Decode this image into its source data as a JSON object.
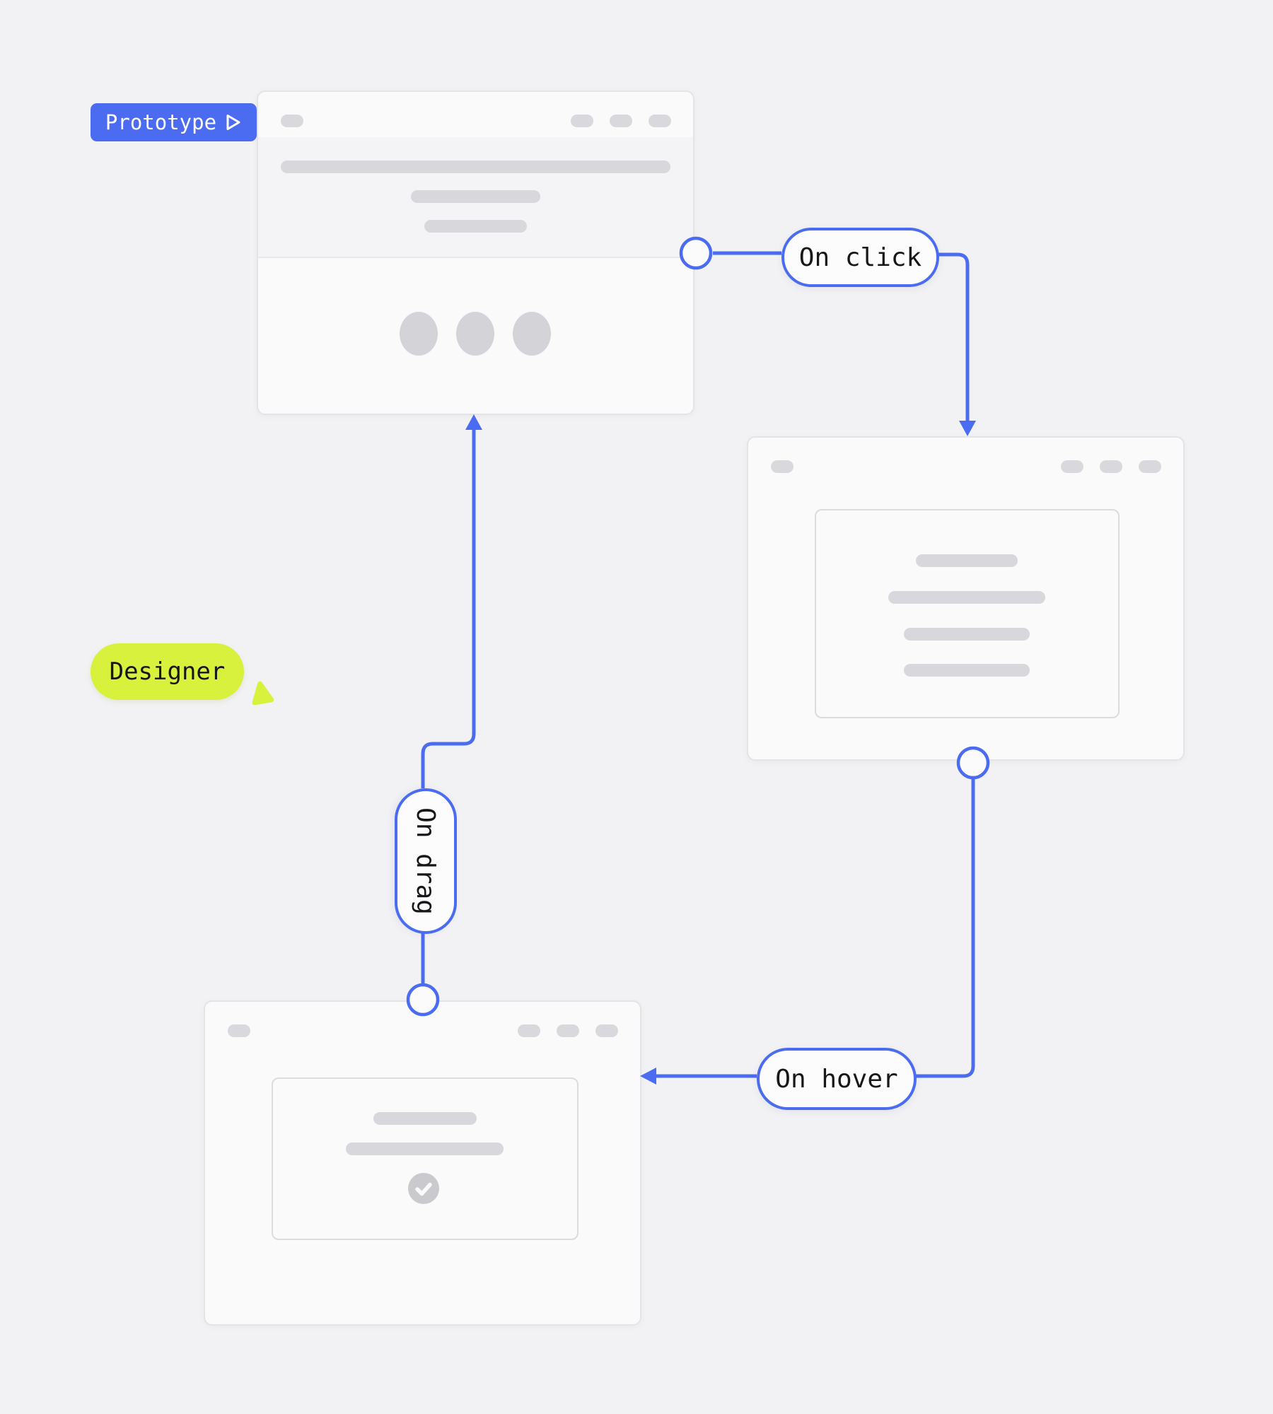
{
  "badges": {
    "prototype": {
      "label": "Prototype",
      "icon": "play-outline-icon"
    },
    "designer": {
      "label": "Designer",
      "icon": "cursor-triangle-icon"
    }
  },
  "connectors": [
    {
      "id": "on-click",
      "label": "On click",
      "from": "screen-1-right-port",
      "to": "screen-2-top",
      "direction": "down"
    },
    {
      "id": "on-drag",
      "label": "On drag",
      "from": "screen-3-top-port",
      "to": "screen-1-bottom",
      "direction": "up",
      "label_rotation": 90
    },
    {
      "id": "on-hover",
      "label": "On hover",
      "from": "screen-2-bottom-port",
      "to": "screen-3-right",
      "direction": "left"
    }
  ],
  "frames": [
    {
      "name": "screen-1",
      "type": "wireframe-browser-window",
      "parts": {
        "tab_pill": 1,
        "window_control_pills": 3,
        "text_bars": 3,
        "avatar_dots": 3,
        "header_band": true
      }
    },
    {
      "name": "screen-2",
      "type": "wireframe-browser-window",
      "parts": {
        "tab_pill": 1,
        "window_control_pills": 3,
        "card_text_bars": 4
      }
    },
    {
      "name": "screen-3",
      "type": "wireframe-browser-window",
      "parts": {
        "tab_pill": 1,
        "window_control_pills": 3,
        "card_text_bars": 2,
        "check_circle": 1
      }
    }
  ],
  "colors": {
    "page_bg": "#F2F2F4",
    "accent_blue": "#4B6CF1",
    "lime": "#D7F13C",
    "window_bg": "#FAFAFB",
    "window_border": "#E4E4E8",
    "header_band": "#F4F4F6",
    "bar_gray": "#D8D8DC",
    "check_gray": "#C9C9CE",
    "text_dark": "#17171A"
  }
}
